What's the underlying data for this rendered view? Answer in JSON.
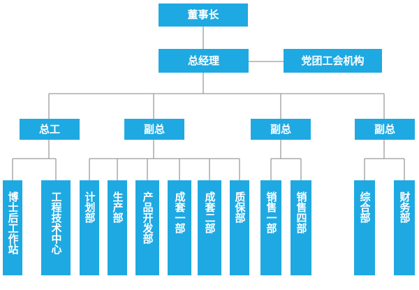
{
  "org": {
    "chairman": "董事长",
    "general_manager": "总经理",
    "party_union": "党团工会机构",
    "chief_engineer": {
      "title": "总工",
      "depts": [
        "博士后工作站",
        "工程技术中心"
      ]
    },
    "vice_1": {
      "title": "副总",
      "depts": [
        "计划部",
        "生产部",
        "产品开发部",
        "成套一部",
        "成套二部",
        "质保部"
      ]
    },
    "vice_2": {
      "title": "副总",
      "depts": [
        "销售一部",
        "销售四部"
      ]
    },
    "vice_3": {
      "title": "副总",
      "depts": [
        "综合部",
        "财务部"
      ]
    }
  },
  "colors": {
    "box": "#1fa9e2",
    "text": "#ffffff",
    "line": "#9a9a9a"
  }
}
